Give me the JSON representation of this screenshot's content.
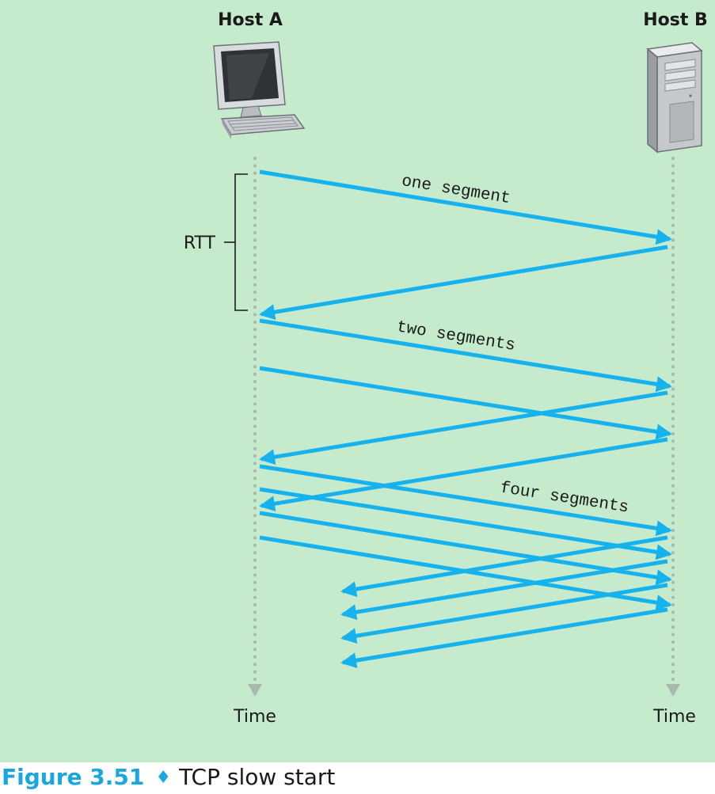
{
  "host_a": {
    "label": "Host A",
    "icon": "desktop-computer-icon"
  },
  "host_b": {
    "label": "Host B",
    "icon": "server-tower-icon"
  },
  "rtt_label": "RTT",
  "segment_labels": {
    "one": "one segment",
    "two": "two segments",
    "four": "four segments"
  },
  "time_labels": {
    "left": "Time",
    "right": "Time"
  },
  "caption": {
    "figure": "Figure 3.51",
    "separator": "♦",
    "title": "TCP slow start"
  },
  "colors": {
    "background": "#c6ebcc",
    "arrow": "#16b2ee",
    "timeline": "#a9b8ad",
    "caption_accent": "#1aa7e0"
  }
}
